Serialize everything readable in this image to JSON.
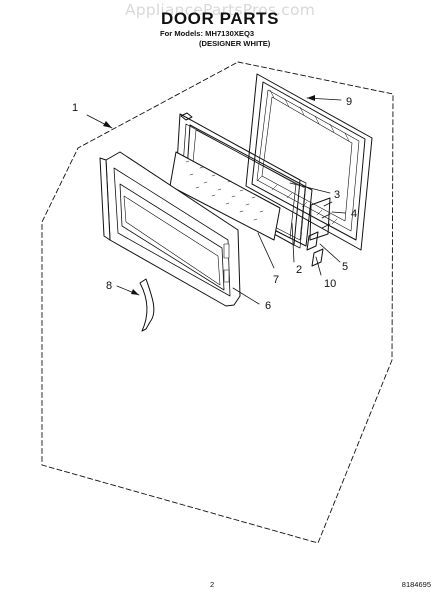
{
  "header": {
    "watermark": "AppliancePartsPros.com",
    "title": "DOOR PARTS",
    "models_line": "For Models: MH7130XEQ3",
    "variant_line": "(DESIGNER WHITE)"
  },
  "callouts": [
    "1",
    "9",
    "3",
    "4",
    "7",
    "2",
    "5",
    "10",
    "8",
    "6"
  ],
  "footer": {
    "page_number": "2",
    "doc_number": "8184695"
  },
  "colors": {
    "line": "#111111",
    "watermark": "#d9d9d9"
  }
}
